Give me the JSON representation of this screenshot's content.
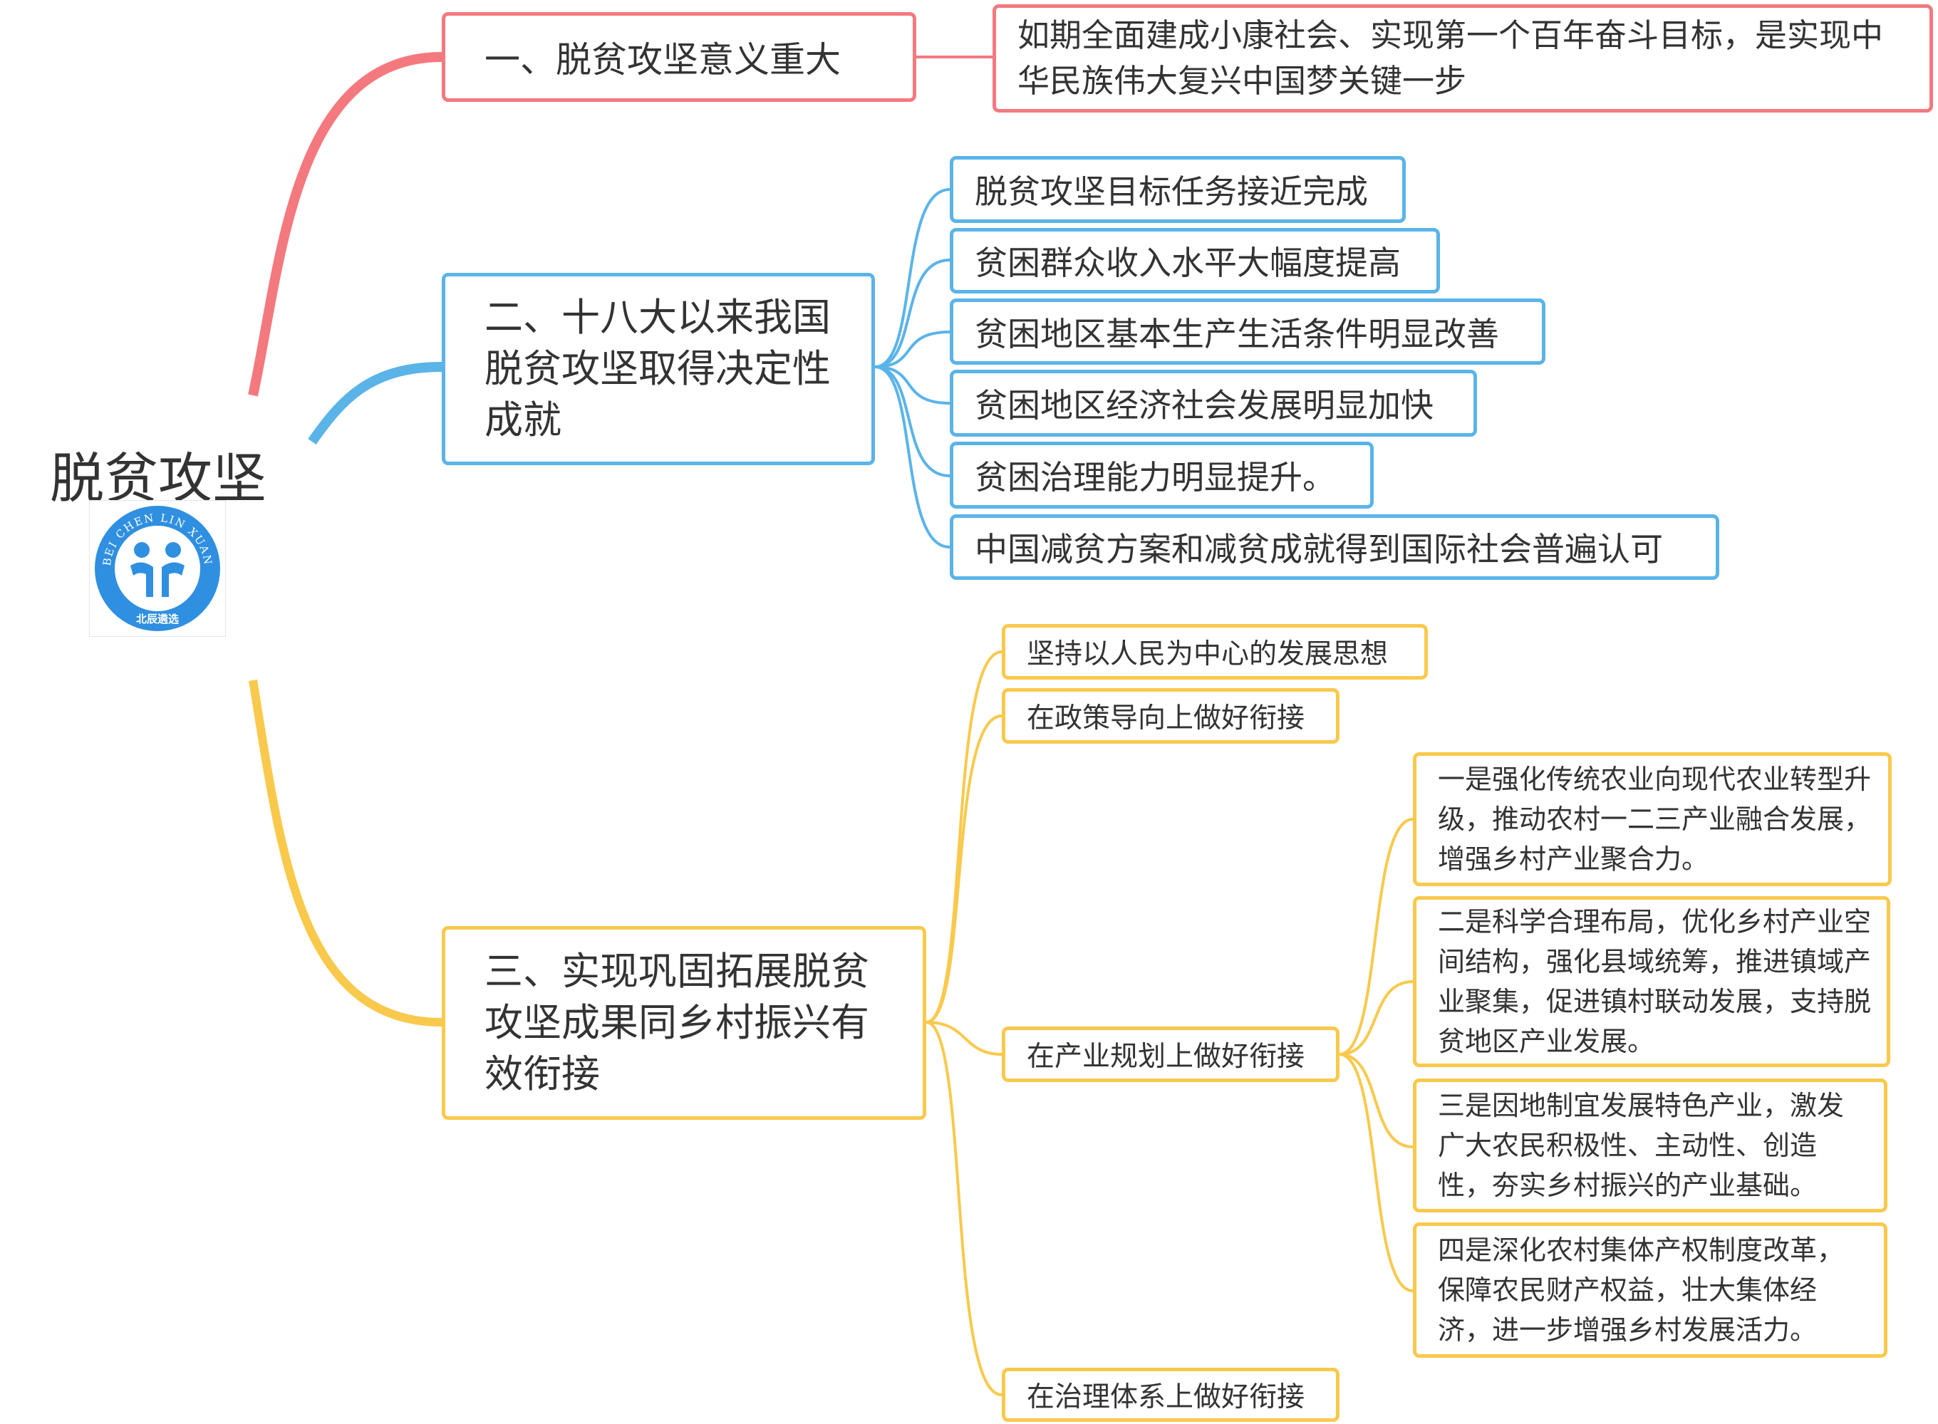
{
  "root": {
    "title": "脱贫攻坚",
    "logo": {
      "arc_text": "BEI CHEN LIN XUAN",
      "bottom_text": "北辰遴选",
      "color": "#2f8fe0"
    }
  },
  "colors": {
    "branch1": "#f4797e",
    "branch2": "#5ab4e8",
    "branch3": "#f9c94c",
    "text": "#333333"
  },
  "branches": [
    {
      "title": "一、脱贫攻坚意义重大",
      "children": [
        "如期全面建成小康社会、实现第一个百年奋斗目标，是实现中华民族伟大复兴中国梦关键一步"
      ]
    },
    {
      "title": "二、十八大以来我国脱贫攻坚取得决定性成就",
      "children": [
        "脱贫攻坚目标任务接近完成",
        "贫困群众收入水平大幅度提高",
        "贫困地区基本生产生活条件明显改善",
        "贫困地区经济社会发展明显加快",
        "贫困治理能力明显提升。",
        "中国减贫方案和减贫成就得到国际社会普遍认可"
      ]
    },
    {
      "title": "三、实现巩固拓展脱贫攻坚成果同乡村振兴有效衔接",
      "children": [
        {
          "label": "坚持以人民为中心的发展思想"
        },
        {
          "label": "在政策导向上做好衔接"
        },
        {
          "label": "在产业规划上做好衔接",
          "children": [
            "一是强化传统农业向现代农业转型升级，推动农村一二三产业融合发展，增强乡村产业聚合力。",
            "二是科学合理布局，优化乡村产业空间结构，强化县域统筹，推进镇域产业聚集，促进镇村联动发展，支持脱贫地区产业发展。",
            "三是因地制宜发展特色产业，激发广大农民积极性、主动性、创造性，夯实乡村振兴的产业基础。",
            "四是深化农村集体产权制度改革，保障农民财产权益，壮大集体经济，进一步增强乡村发展活力。"
          ]
        },
        {
          "label": "在治理体系上做好衔接"
        }
      ]
    }
  ]
}
